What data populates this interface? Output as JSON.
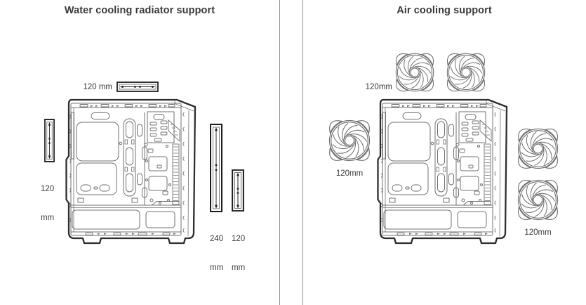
{
  "colors": {
    "line": "#707070",
    "outline": "#2e2e2e",
    "radiator": "#1c1c1c",
    "text": "#3a3a3a",
    "title": "#3a3a3a",
    "divider": "#8f8f8f",
    "background": "#ffffff"
  },
  "panels": {
    "water": {
      "title": "Water cooling radiator support",
      "top_label": "120 mm",
      "left_label": [
        "120",
        "mm"
      ],
      "right_label_240": [
        "240",
        "mm"
      ],
      "right_label_120": [
        "120",
        "mm"
      ]
    },
    "air": {
      "title": "Air cooling support",
      "top_label": "120mm",
      "left_label": "120mm",
      "right_label": "120mm"
    }
  }
}
